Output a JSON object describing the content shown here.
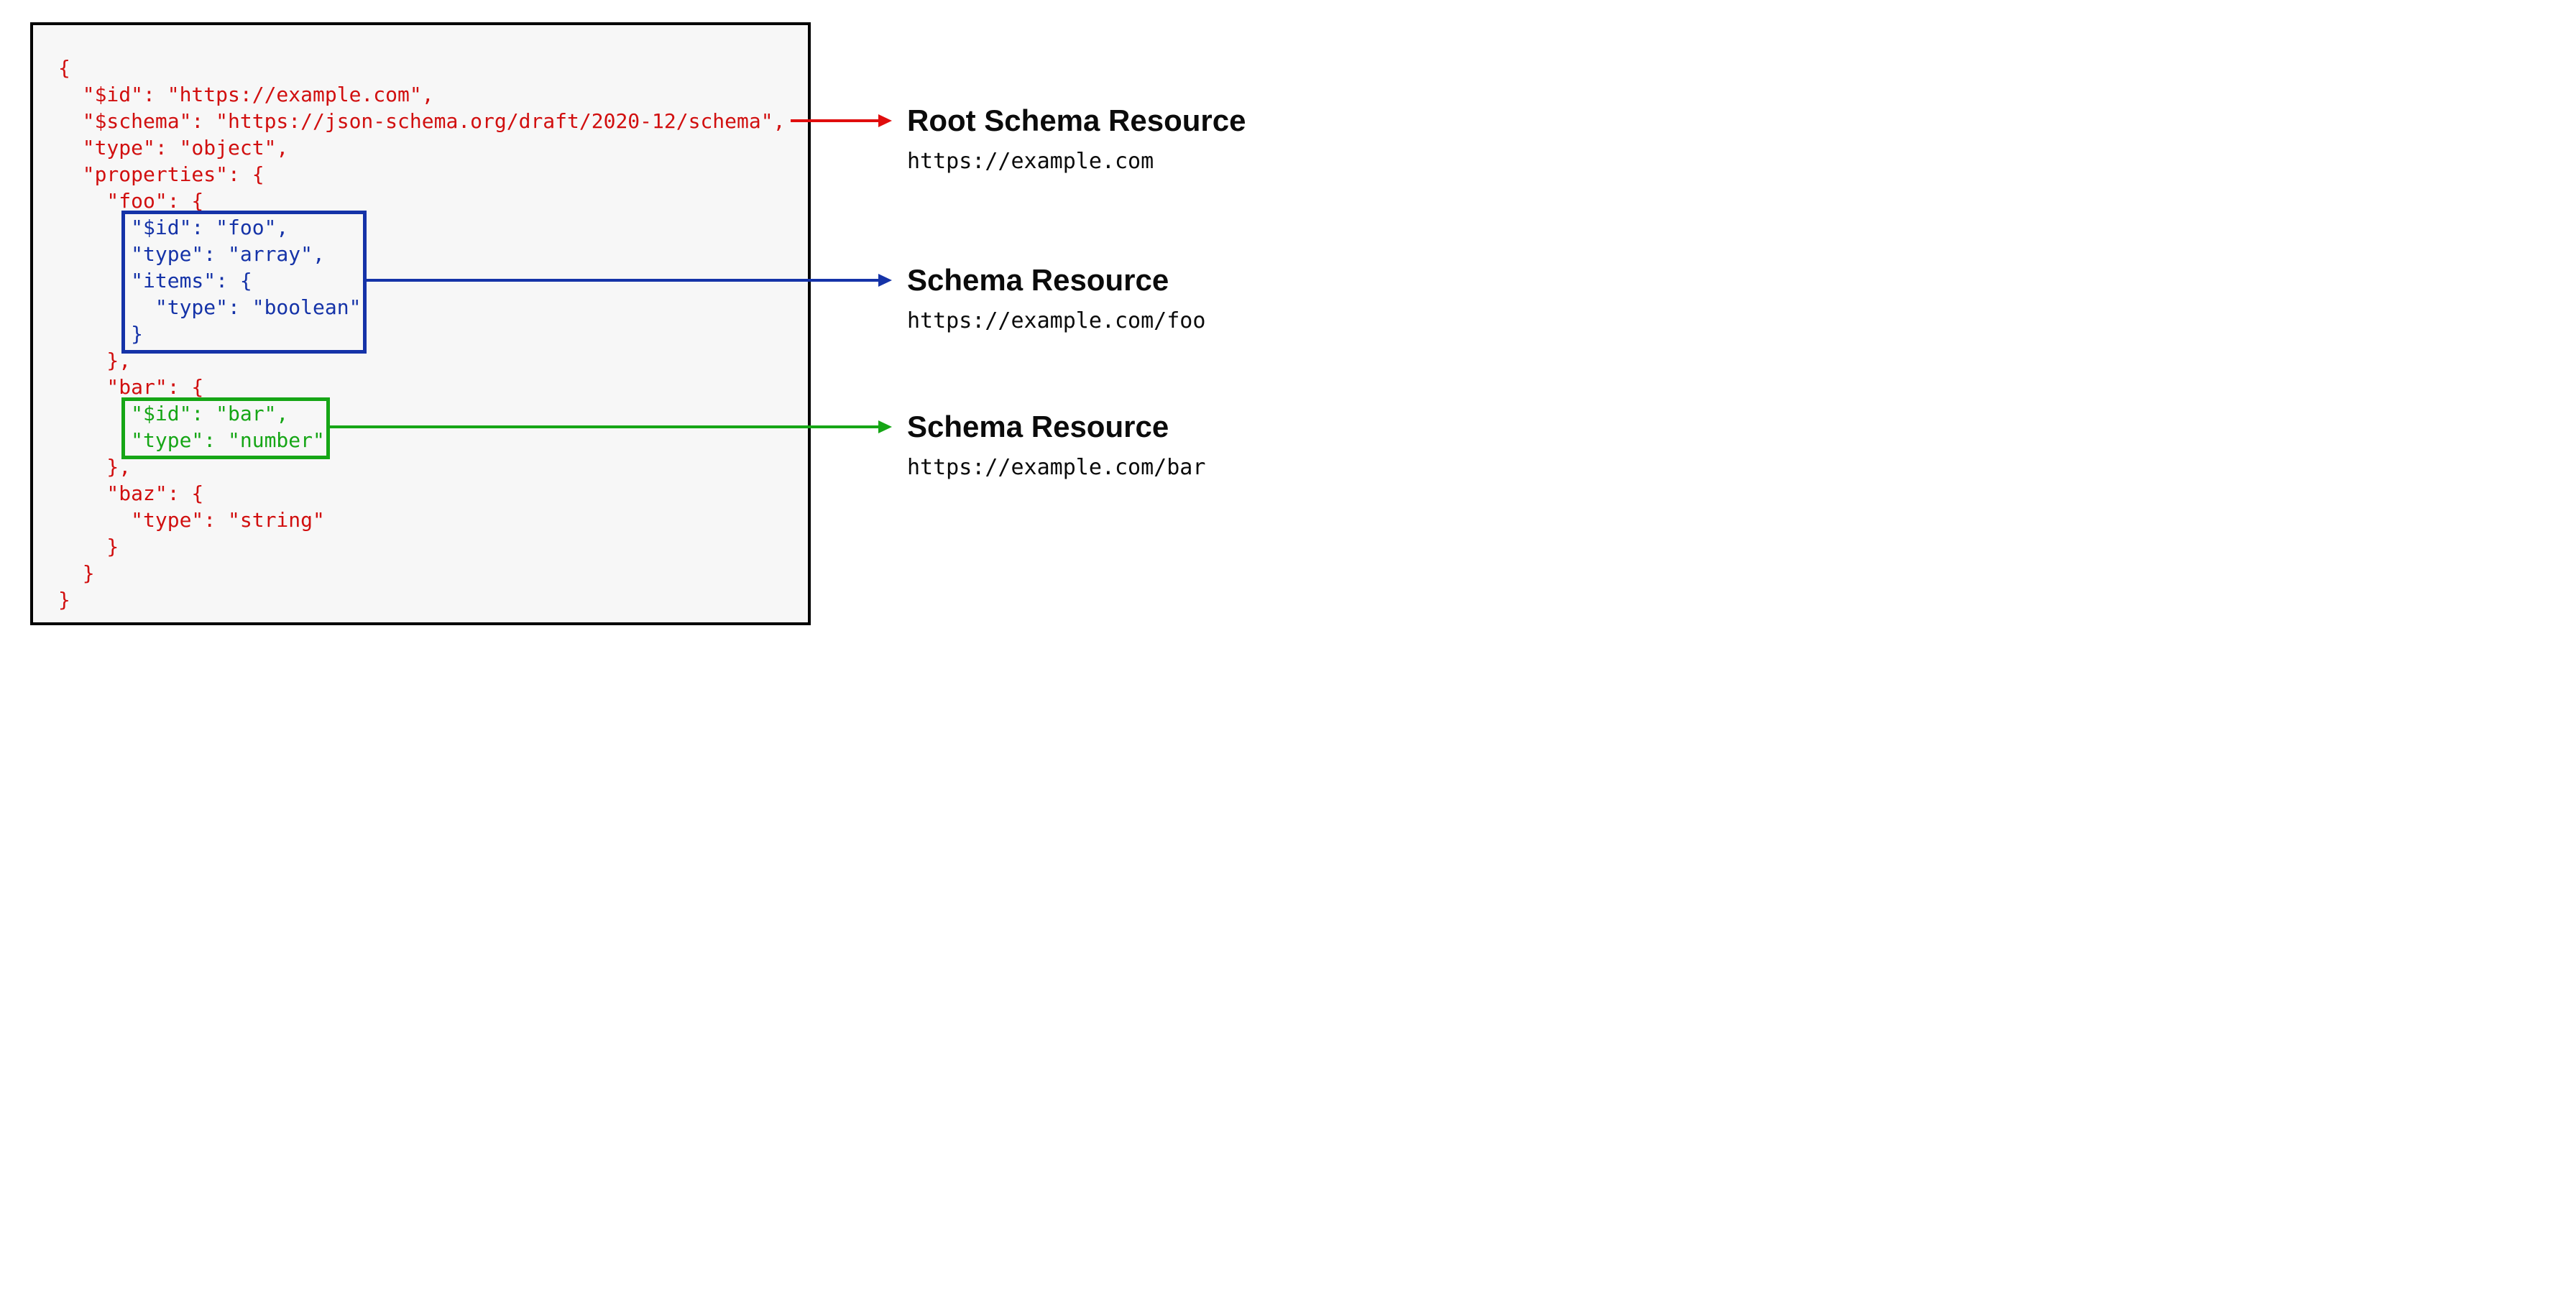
{
  "colors": {
    "code_red": "#d10f0f",
    "arrow_red": "#e00d0d",
    "resource_blue": "#1533a8",
    "resource_green": "#16a616",
    "heading": "#0b0b0b",
    "panel_background": "#f7f7f7",
    "panel_border": "#000000"
  },
  "code": {
    "lines": [
      {
        "text": "{",
        "color": "red"
      },
      {
        "text": "  \"$id\": \"https://example.com\",",
        "color": "red"
      },
      {
        "text": "  \"$schema\": \"https://json-schema.org/draft/2020-12/schema\",",
        "color": "red"
      },
      {
        "text": "  \"type\": \"object\",",
        "color": "red"
      },
      {
        "text": "  \"properties\": {",
        "color": "red"
      },
      {
        "text": "    \"foo\": {",
        "color": "red"
      },
      {
        "text": "      \"$id\": \"foo\",",
        "color": "blue"
      },
      {
        "text": "      \"type\": \"array\",",
        "color": "blue"
      },
      {
        "text": "      \"items\": {",
        "color": "blue"
      },
      {
        "text": "        \"type\": \"boolean\"",
        "color": "blue"
      },
      {
        "text": "      }",
        "color": "blue"
      },
      {
        "text": "    },",
        "color": "red"
      },
      {
        "text": "    \"bar\": {",
        "color": "red"
      },
      {
        "text": "      \"$id\": \"bar\",",
        "color": "green"
      },
      {
        "text": "      \"type\": \"number\"",
        "color": "green"
      },
      {
        "text": "    },",
        "color": "red"
      },
      {
        "text": "    \"baz\": {",
        "color": "red"
      },
      {
        "text": "      \"type\": \"string\"",
        "color": "red"
      },
      {
        "text": "    }",
        "color": "red"
      },
      {
        "text": "  }",
        "color": "red"
      },
      {
        "text": "}",
        "color": "red"
      }
    ]
  },
  "annotations": {
    "root": {
      "title": "Root Schema Resource",
      "uri": "https://example.com"
    },
    "foo": {
      "title": "Schema Resource",
      "uri": "https://example.com/foo"
    },
    "bar": {
      "title": "Schema Resource",
      "uri": "https://example.com/bar"
    }
  }
}
